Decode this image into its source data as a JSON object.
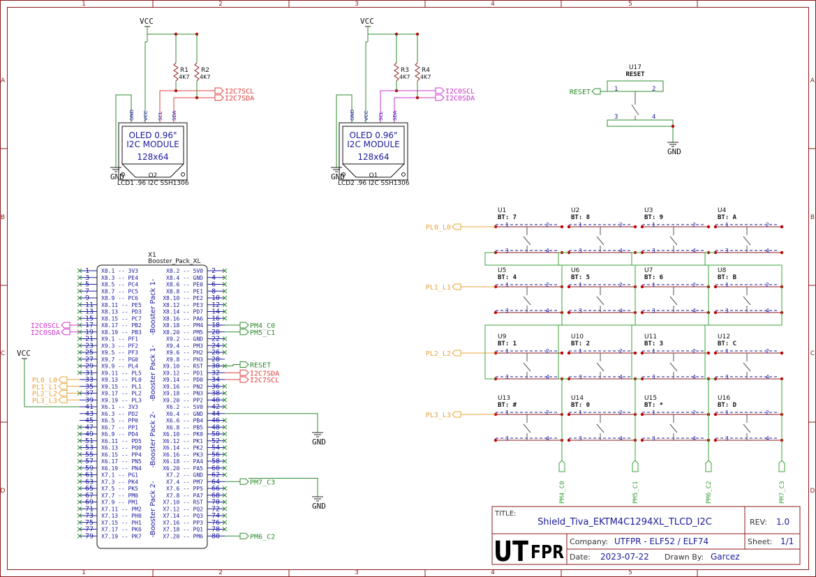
{
  "border": {
    "columns": [
      "1",
      "2",
      "3",
      "4",
      "5"
    ],
    "rows": [
      "A",
      "B",
      "C",
      "D"
    ]
  },
  "colors": {
    "frame": "#8b1a1a",
    "wire": "#2e8b2e",
    "text": "#1a1a9c",
    "part": "#8b1a1a",
    "i2c0": "#cc33cc",
    "i2c7": "#e03c3c",
    "keyrow": "#e8a33a",
    "keycol": "#3aa03a",
    "junction": "#c00000",
    "nc": "#2e8b2e"
  },
  "power": {
    "vcc": "VCC",
    "gnd": "GND"
  },
  "lcd1": {
    "line1": "OLED 0.96\"",
    "line2": "I2C MODULE",
    "line3": "128x64",
    "ref": "O2",
    "name": "LCD1 .96 I2C SSH1306",
    "pins": [
      "GND",
      "VCC",
      "SCL",
      "SDA"
    ],
    "r_a": "R1",
    "r_a_val": "4K7",
    "r_b": "R2",
    "r_b_val": "4K7",
    "scl": "I2C7SCL",
    "sda": "I2C7SDA"
  },
  "lcd2": {
    "line1": "OLED 0.96\"",
    "line2": "I2C MODULE",
    "line3": "128x64",
    "ref": "O1",
    "name": "LCD2 .96 I2C SSH1306",
    "pins": [
      "GND",
      "VCC",
      "SCL",
      "SDA"
    ],
    "r_a": "R3",
    "r_a_val": "4K7",
    "r_b": "R4",
    "r_b_val": "4K7",
    "scl": "I2C0SCL",
    "sda": "I2C0SDA"
  },
  "reset_sw": {
    "ref": "U17",
    "value": "RESET",
    "net": "RESET",
    "p1": "1",
    "p2": "2",
    "p3": "3",
    "p4": "4"
  },
  "header": {
    "ref": "X1",
    "value": "Booster_Pack_XL",
    "section_labels": [
      "-Booster Pack 1-",
      "-Booster Pack 1-",
      "-Booster Pack 2-",
      "-Booster Pack 2-"
    ],
    "pins": [
      {
        "n": "1",
        "l": "X8.1 -- 3V3",
        "r": "X8.2 -- 5V0",
        "m": "2"
      },
      {
        "n": "3",
        "l": "X8.3 -- PE4",
        "r": "X8.4 -- GND",
        "m": "4"
      },
      {
        "n": "5",
        "l": "X8.5 -- PC4",
        "r": "X8.6 -- PE0",
        "m": "6"
      },
      {
        "n": "7",
        "l": "X8.7 -- PC5",
        "r": "X8.8 -- PE1",
        "m": "8"
      },
      {
        "n": "9",
        "l": "X8.9 -- PC6",
        "r": "X8.10 -- PE2",
        "m": "10"
      },
      {
        "n": "11",
        "l": "X8.11 -- PE5",
        "r": "X8.12 -- PE3",
        "m": "12"
      },
      {
        "n": "13",
        "l": "X8.13 -- PD3",
        "r": "X8.14 -- PD7",
        "m": "14"
      },
      {
        "n": "15",
        "l": "X8.15 -- PC7",
        "r": "X8.16 -- PA6",
        "m": "16"
      },
      {
        "n": "17",
        "l": "X8.17 -- PB2",
        "r": "X8.18 -- PM4",
        "m": "18"
      },
      {
        "n": "19",
        "l": "X8.19 -- PB3",
        "r": "X8.20 -- PM5",
        "m": "20"
      },
      {
        "n": "21",
        "l": "X9.1 -- PF1",
        "r": "X9.2 -- GND",
        "m": "22"
      },
      {
        "n": "23",
        "l": "X9.3 -- PF2",
        "r": "X9.4 -- PM3",
        "m": "24"
      },
      {
        "n": "25",
        "l": "X9.5 -- PF3",
        "r": "X9.6 -- PH2",
        "m": "26"
      },
      {
        "n": "27",
        "l": "X9.7 -- PG0",
        "r": "X9.8 -- PH3",
        "m": "28"
      },
      {
        "n": "29",
        "l": "X9.9 -- PL4",
        "r": "X9.10 -- RST",
        "m": "30"
      },
      {
        "n": "31",
        "l": "X9.11 -- PL5",
        "r": "X9.12 -- PD1",
        "m": "32"
      },
      {
        "n": "33",
        "l": "X9.13 -- PL0",
        "r": "X9.14 -- PD0",
        "m": "34"
      },
      {
        "n": "35",
        "l": "X9.15 -- PL1",
        "r": "X9.16 -- PN2",
        "m": "36"
      },
      {
        "n": "37",
        "l": "X9.17 -- PL2",
        "r": "X9.18 -- PN3",
        "m": "38"
      },
      {
        "n": "39",
        "l": "X9.19 -- PL3",
        "r": "X9.20 -- PP2",
        "m": "40"
      },
      {
        "n": "41",
        "l": "X6.1 -- 3V3",
        "r": "X6.2 -- 5V0",
        "m": "42"
      },
      {
        "n": "43",
        "l": "X6.3 -- PD2",
        "r": "X6.4 -- GND",
        "m": "44"
      },
      {
        "n": "45",
        "l": "X6.5 -- PP0",
        "r": "X6.6 -- PB4",
        "m": "46"
      },
      {
        "n": "47",
        "l": "X6.7 -- PP1",
        "r": "X6.8 -- PB5",
        "m": "48"
      },
      {
        "n": "49",
        "l": "X6.9 -- PD4",
        "r": "X6.10 -- PK0",
        "m": "50"
      },
      {
        "n": "51",
        "l": "X6.11 -- PD5",
        "r": "X6.12 -- PK1",
        "m": "52"
      },
      {
        "n": "53",
        "l": "X6.13 -- PQ0",
        "r": "X6.14 -- PK2",
        "m": "54"
      },
      {
        "n": "55",
        "l": "X6.15 -- PP4",
        "r": "X6.16 -- PK3",
        "m": "56"
      },
      {
        "n": "57",
        "l": "X6.17 -- PN5",
        "r": "X6.18 -- PA4",
        "m": "58"
      },
      {
        "n": "59",
        "l": "X6.19 -- PN4",
        "r": "X6.20 -- PA5",
        "m": "60"
      },
      {
        "n": "61",
        "l": "X7.1 -- PG1",
        "r": "X7.2 -- GND",
        "m": "62"
      },
      {
        "n": "63",
        "l": "X7.3 -- PK4",
        "r": "X7.4 -- PM7",
        "m": "64"
      },
      {
        "n": "65",
        "l": "X7.5 -- PK5",
        "r": "X7.6 -- PP5",
        "m": "66"
      },
      {
        "n": "67",
        "l": "X7.7 -- PM0",
        "r": "X7.8 -- PA7",
        "m": "68"
      },
      {
        "n": "69",
        "l": "X7.9 -- PM1",
        "r": "X7.10 -- RST",
        "m": "70"
      },
      {
        "n": "71",
        "l": "X7.11 -- PM2",
        "r": "X7.12 -- PQ2",
        "m": "72"
      },
      {
        "n": "73",
        "l": "X7.13 -- PH0",
        "r": "X7.14 -- PQ3",
        "m": "74"
      },
      {
        "n": "75",
        "l": "X7.15 -- PH1",
        "r": "X7.16 -- PP3",
        "m": "76"
      },
      {
        "n": "77",
        "l": "X7.17 -- PK6",
        "r": "X7.18 -- PQ1",
        "m": "78"
      },
      {
        "n": "79",
        "l": "X7.19 -- PK7",
        "r": "X7.20 -- PM6",
        "m": "80"
      }
    ],
    "net_left_i2c": [
      "I2C0SCL",
      "I2C0SDA"
    ],
    "net_left_rows": [
      "PL0_L0",
      "PL1_L1",
      "PL2_L2",
      "PL3_L3"
    ],
    "net_right_cols_top": [
      "PM4_C0",
      "PM5_C1"
    ],
    "net_reset": "RESET",
    "net_right_i2c": [
      "I2C7SDA",
      "I2C7SCL"
    ],
    "net_pm7": "PM7_C3",
    "net_pm6": "PM6_C2"
  },
  "keypad": {
    "row_nets": [
      "PL0_L0",
      "PL1_L1",
      "PL2_L2",
      "PL3_L3"
    ],
    "col_nets": [
      "PM4_C0",
      "PM5_C1",
      "PM6_C2",
      "PM7_C3"
    ],
    "pin_labels": [
      "1",
      "2",
      "3",
      "4"
    ],
    "keys": [
      {
        "ref": "U1",
        "bt": "BT: 7"
      },
      {
        "ref": "U2",
        "bt": "BT: 8"
      },
      {
        "ref": "U3",
        "bt": "BT: 9"
      },
      {
        "ref": "U4",
        "bt": "BT: A"
      },
      {
        "ref": "U5",
        "bt": "BT: 4"
      },
      {
        "ref": "U6",
        "bt": "BT: 5"
      },
      {
        "ref": "U7",
        "bt": "BT: 6"
      },
      {
        "ref": "U8",
        "bt": "BT: B"
      },
      {
        "ref": "U9",
        "bt": "BT: 1"
      },
      {
        "ref": "U10",
        "bt": "BT: 2"
      },
      {
        "ref": "U11",
        "bt": "BT: 3"
      },
      {
        "ref": "U12",
        "bt": "BT: C"
      },
      {
        "ref": "U13",
        "bt": "BT: #"
      },
      {
        "ref": "U14",
        "bt": "BT: 0"
      },
      {
        "ref": "U15",
        "bt": "BT: *"
      },
      {
        "ref": "U16",
        "bt": "BT: D"
      }
    ]
  },
  "title_block": {
    "title_label": "TITLE:",
    "title": "Shield_Tiva_EKTM4C1294XL_TLCD_I2C",
    "rev_label": "REV:",
    "rev": "1.0",
    "company_label": "Company:",
    "company": "UTFPR - ELF52 / ELF74",
    "sheet_label": "Sheet:",
    "sheet": "1/1",
    "date_label": "Date:",
    "date": "2023-07-22",
    "drawn_label": "Drawn By:",
    "drawn": "Garcez",
    "logo": "UTFPR"
  }
}
